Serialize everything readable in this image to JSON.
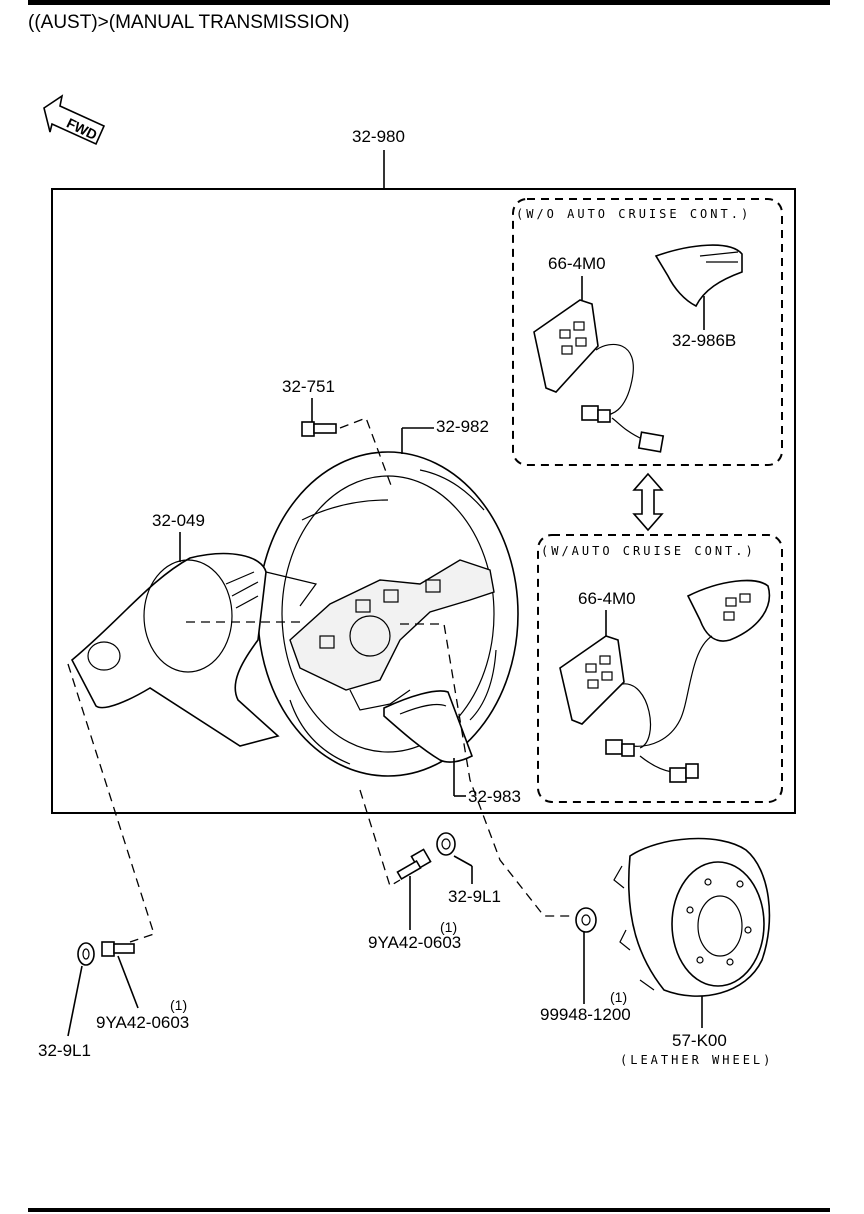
{
  "page_title": "((AUST)>(MANUAL TRANSMISSION)",
  "direction_arrow": {
    "text": "FWD",
    "icon": "forward-arrow-icon"
  },
  "assembly_label": "32-980",
  "variant_boxes": {
    "without_cruise": "(W/O AUTO CRUISE CONT.)",
    "with_cruise": "(W/AUTO CRUISE CONT.)"
  },
  "callouts": {
    "switch_a": "66-4M0",
    "cover": "32-986B",
    "bolt_top": "32-751",
    "wheel": "32-982",
    "column_cover": "32-049",
    "switch_b": "66-4M0",
    "lower_cover": "32-983",
    "nut_center": "32-9L1",
    "bolt_center": "9YA42-0603",
    "bolt_center_qty": "(1)",
    "nut_left": "32-9L1",
    "bolt_left": "9YA42-0603",
    "bolt_left_qty": "(1)",
    "nut_right": "99948-1200",
    "nut_right_qty": "(1)",
    "airbag": "57-K00",
    "airbag_note": "(LEATHER WHEEL)"
  }
}
